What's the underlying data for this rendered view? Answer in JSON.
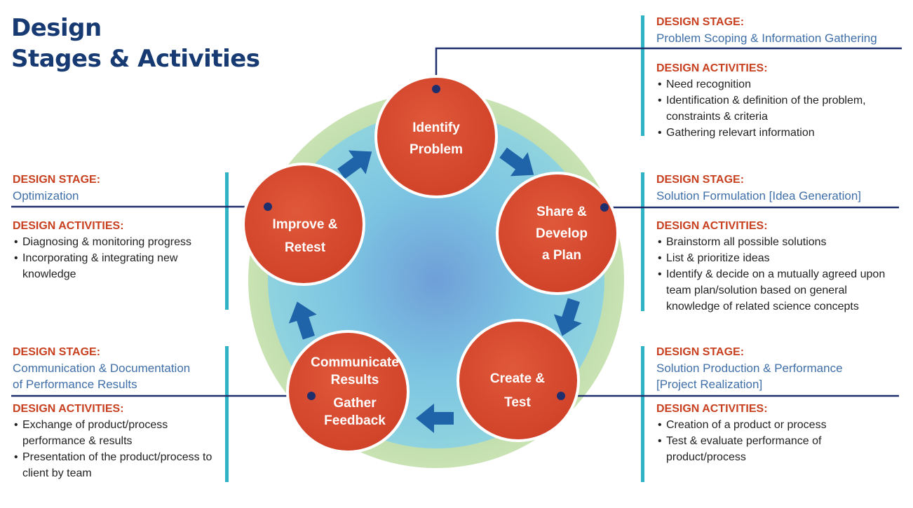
{
  "title": {
    "line1": "Design",
    "line2": "Stages & Activities"
  },
  "labels": {
    "stage": "DESIGN STAGE:",
    "activities": "DESIGN ACTIVITIES:"
  },
  "colors": {
    "circle": "#d64a2f",
    "arrow": "#1f64a8",
    "title": "#173a73",
    "label": "#c8401f",
    "stage_text": "#3f6fa8",
    "divider": "#2fb3c5",
    "connector": "#1f2f6d"
  },
  "circles": {
    "identify": {
      "line1": "Identify",
      "line2": "Problem"
    },
    "share": {
      "line1": "Share &",
      "line2": "Develop",
      "line3": "a Plan"
    },
    "create": {
      "line1": "Create &",
      "line2": "Test"
    },
    "communicate": {
      "line1": "Communicate",
      "line2": "Results",
      "line3": "Gather",
      "line4": "Feedback"
    },
    "improve": {
      "line1": "Improve &",
      "line2": "Retest"
    }
  },
  "panels": {
    "problem_scoping": {
      "stage": "Problem Scoping & Information Gathering",
      "activities": [
        "Need recognition",
        "Identification & definition of the problem, constraints & criteria",
        "Gathering relevart information"
      ]
    },
    "solution_formulation": {
      "stage": "Solution Formulation [Idea Generation]",
      "activities": [
        "Brainstorm all possible solutions",
        "List & prioritize ideas",
        "Identify & decide on a mutually agreed upon team plan/solution based on general knowledge of related science concepts"
      ]
    },
    "solution_production": {
      "stage_line1": "Solution Production & Performance",
      "stage_line2": "[Project Realization]",
      "activities": [
        "Creation of a product or process",
        "Test & evaluate performance of product/process"
      ]
    },
    "communication": {
      "stage_line1": "Communication & Documentation",
      "stage_line2": "of Performance Results",
      "activities": [
        "Exchange of product/process performance & results",
        "Presentation of the product/process to client by team"
      ]
    },
    "optimization": {
      "stage": "Optimization",
      "activities": [
        "Diagnosing & monitoring progress",
        "Incorporating & integrating new knowledge"
      ]
    }
  }
}
